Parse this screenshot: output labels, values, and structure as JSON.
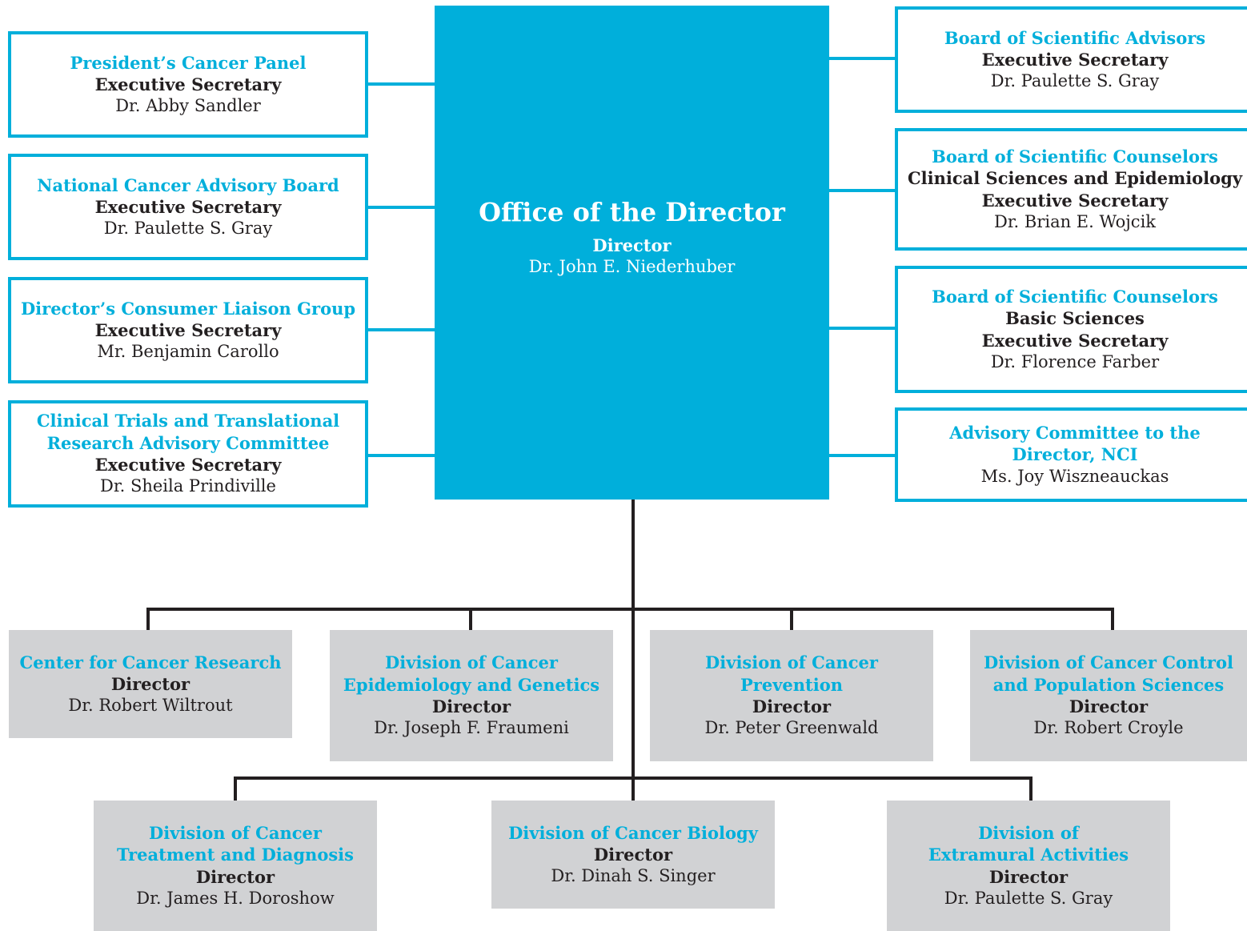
{
  "colors": {
    "accent": "#00afdb",
    "gray_box": "#d1d2d4",
    "text": "#231f20",
    "connector": "#231f20"
  },
  "office": {
    "title": "Office of the Director",
    "role": "Director",
    "name": "Dr. John E. Niederhuber"
  },
  "left_boards": [
    {
      "title": "President’s Cancer Panel",
      "role": "Executive Secretary",
      "name": "Dr. Abby Sandler"
    },
    {
      "title": "National Cancer Advisory Board",
      "role": "Executive Secretary",
      "name": "Dr. Paulette S. Gray"
    },
    {
      "title": "Director’s Consumer Liaison Group",
      "role": "Executive Secretary",
      "name": "Mr. Benjamin Carollo"
    },
    {
      "title_lines": [
        "Clinical Trials and Translational",
        "Research Advisory Committee"
      ],
      "role": "Executive Secretary",
      "name": "Dr. Sheila Prindiville"
    }
  ],
  "right_boards": [
    {
      "title": "Board of Scientific Advisors",
      "role": "Executive Secretary",
      "name": "Dr. Paulette S. Gray"
    },
    {
      "title": "Board of Scientific Counselors",
      "subtitle": "Clinical Sciences and Epidemiology",
      "role": "Executive Secretary",
      "name": "Dr. Brian E. Wojcik"
    },
    {
      "title": "Board of Scientific Counselors",
      "subtitle": "Basic Sciences",
      "role": "Executive Secretary",
      "name": "Dr. Florence Farber"
    },
    {
      "title_lines": [
        "Advisory Committee to the",
        "Director, NCI"
      ],
      "name": "Ms. Joy Wiszneauckas"
    }
  ],
  "divisions_row1": [
    {
      "title": "Center for Cancer Research",
      "role": "Director",
      "name": "Dr. Robert Wiltrout"
    },
    {
      "title_lines": [
        "Division of Cancer",
        "Epidemiology and Genetics"
      ],
      "role": "Director",
      "name": "Dr. Joseph F. Fraumeni"
    },
    {
      "title_lines": [
        "Division of Cancer",
        "Prevention"
      ],
      "role": "Director",
      "name": "Dr. Peter Greenwald"
    },
    {
      "title_lines": [
        "Division of Cancer Control",
        "and Population Sciences"
      ],
      "role": "Director",
      "name": "Dr. Robert Croyle"
    }
  ],
  "divisions_row2": [
    {
      "title_lines": [
        "Division of Cancer",
        "Treatment and Diagnosis"
      ],
      "role": "Director",
      "name": "Dr. James H. Doroshow"
    },
    {
      "title": "Division of Cancer Biology",
      "role": "Director",
      "name": "Dr. Dinah S. Singer"
    },
    {
      "title_lines": [
        "Division of",
        "Extramural Activities"
      ],
      "role": "Director",
      "name": "Dr. Paulette S. Gray"
    }
  ]
}
